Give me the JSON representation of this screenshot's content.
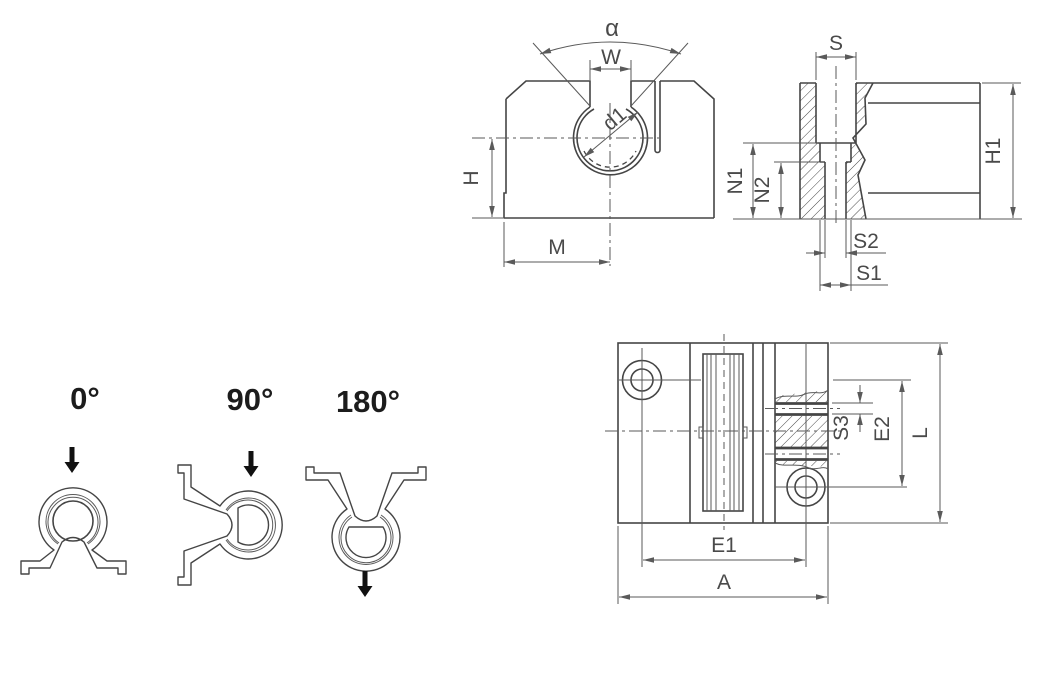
{
  "colors": {
    "background": "#ffffff",
    "outline": "#454545",
    "dimension_lines": "#5a5a5a",
    "text": "#4a4a4a",
    "arrow_fill": "#111111"
  },
  "views": {
    "front": {
      "title": "front-view-pillow-block",
      "labels": {
        "alpha": "α",
        "w": "W",
        "d1": "d1",
        "h": "H",
        "m": "M"
      }
    },
    "section": {
      "title": "side-section-view",
      "labels": {
        "s": "S",
        "n1": "N1",
        "n2": "N2",
        "h1": "H1",
        "s2": "S2",
        "s1": "S1"
      }
    },
    "top": {
      "title": "top-view",
      "labels": {
        "s3": "S3",
        "e2": "E2",
        "l": "L",
        "e1": "E1",
        "a": "A"
      }
    }
  },
  "orientations": [
    {
      "label": "0°"
    },
    {
      "label": "90°"
    },
    {
      "label": "180°"
    }
  ]
}
